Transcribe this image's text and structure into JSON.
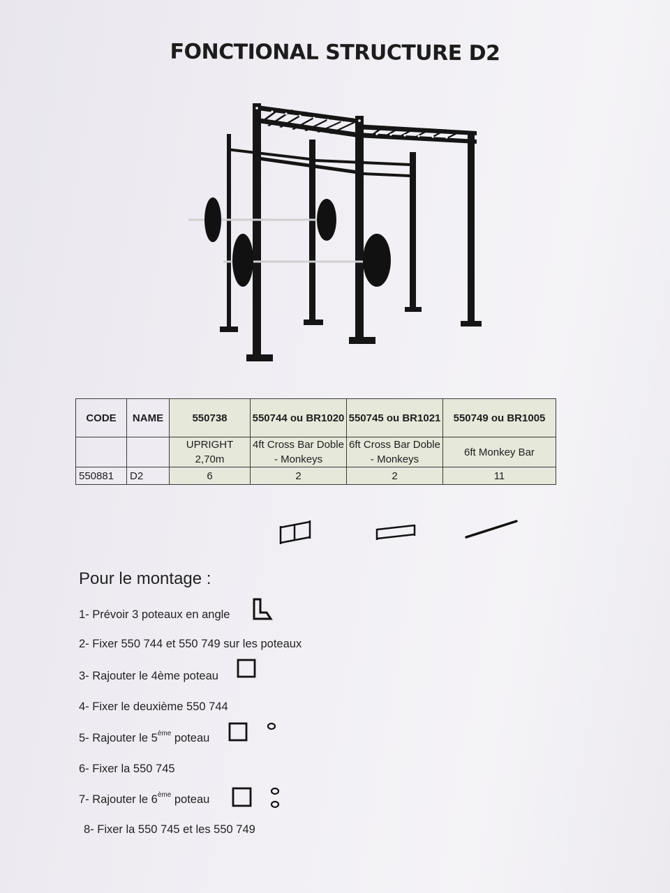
{
  "document": {
    "title": "FONCTIONAL STRUCTURE D2"
  },
  "parts_table": {
    "header": [
      "CODE",
      "NAME",
      "550738",
      "550744 ou BR1020",
      "550745 ou BR1021",
      "550749 ou BR1005"
    ],
    "descriptions": [
      "",
      "",
      "UPRIGHT 2,70m",
      "4ft Cross Bar Doble - Monkeys",
      "6ft Cross Bar Doble - Monkeys",
      "6ft Monkey Bar"
    ],
    "rows": [
      {
        "code": "550881",
        "name": "D2",
        "qty": [
          "6",
          "2",
          "2",
          "11"
        ]
      }
    ]
  },
  "icons": {
    "rig": "monkey-bar-rig-illustration",
    "part_1": "4ft-cross-bar-icon",
    "part_2": "6ft-cross-bar-icon",
    "part_3": "monkey-bar-icon"
  },
  "assembly": {
    "heading": "Pour le montage :",
    "steps": [
      {
        "text": "1- Prévoir 3 poteaux en angle",
        "icon": "angle-posts-icon"
      },
      {
        "text": "2- Fixer  550 744 et 550 749 sur les poteaux"
      },
      {
        "text": "3- Rajouter le 4ème poteau",
        "icon": "square-post-icon"
      },
      {
        "text": "4- Fixer le deuxième 550 744"
      },
      {
        "pre": "5- Rajouter le 5",
        "sup": "ème",
        "post": " poteau",
        "icon": "square-post-icon"
      },
      {
        "text": "6- Fixer la 550 745"
      },
      {
        "pre": "7- Rajouter le 6",
        "sup": "ème",
        "post": " poteau",
        "icon": "square-post-icon"
      },
      {
        "text": "8- Fixer la 550 745 et les 550 749"
      }
    ]
  }
}
